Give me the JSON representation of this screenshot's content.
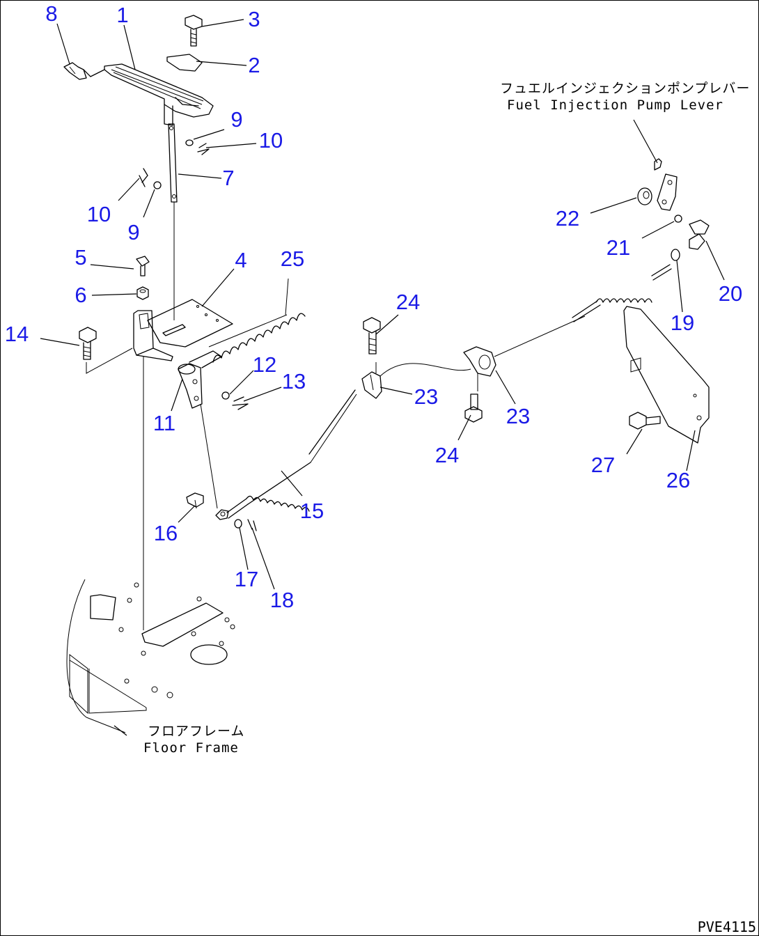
{
  "callouts": [
    {
      "id": "n1",
      "text": "1"
    },
    {
      "id": "n2",
      "text": "2"
    },
    {
      "id": "n3",
      "text": "3"
    },
    {
      "id": "n4",
      "text": "4"
    },
    {
      "id": "n5",
      "text": "5"
    },
    {
      "id": "n6",
      "text": "6"
    },
    {
      "id": "n7",
      "text": "7"
    },
    {
      "id": "n8",
      "text": "8"
    },
    {
      "id": "n9a",
      "text": "9"
    },
    {
      "id": "n9b",
      "text": "9"
    },
    {
      "id": "n10a",
      "text": "10"
    },
    {
      "id": "n10b",
      "text": "10"
    },
    {
      "id": "n11",
      "text": "11"
    },
    {
      "id": "n12",
      "text": "12"
    },
    {
      "id": "n13",
      "text": "13"
    },
    {
      "id": "n14",
      "text": "14"
    },
    {
      "id": "n15",
      "text": "15"
    },
    {
      "id": "n16",
      "text": "16"
    },
    {
      "id": "n17",
      "text": "17"
    },
    {
      "id": "n18",
      "text": "18"
    },
    {
      "id": "n19",
      "text": "19"
    },
    {
      "id": "n20",
      "text": "20"
    },
    {
      "id": "n21",
      "text": "21"
    },
    {
      "id": "n22",
      "text": "22"
    },
    {
      "id": "n23a",
      "text": "23"
    },
    {
      "id": "n23b",
      "text": "23"
    },
    {
      "id": "n24a",
      "text": "24"
    },
    {
      "id": "n24b",
      "text": "24"
    },
    {
      "id": "n25",
      "text": "25"
    },
    {
      "id": "n26",
      "text": "26"
    },
    {
      "id": "n27",
      "text": "27"
    }
  ],
  "annotations": {
    "fuel_lever_jp": "フュエルインジェクションポンプレバー",
    "fuel_lever_en": "Fuel Injection Pump Lever",
    "floor_frame_jp": "フロアフレーム",
    "floor_frame_en": "Floor Frame"
  },
  "drawing_code": "PVE4115",
  "colors": {
    "callout": "#1a1ae6",
    "line": "#000000",
    "background": "#ffffff"
  }
}
